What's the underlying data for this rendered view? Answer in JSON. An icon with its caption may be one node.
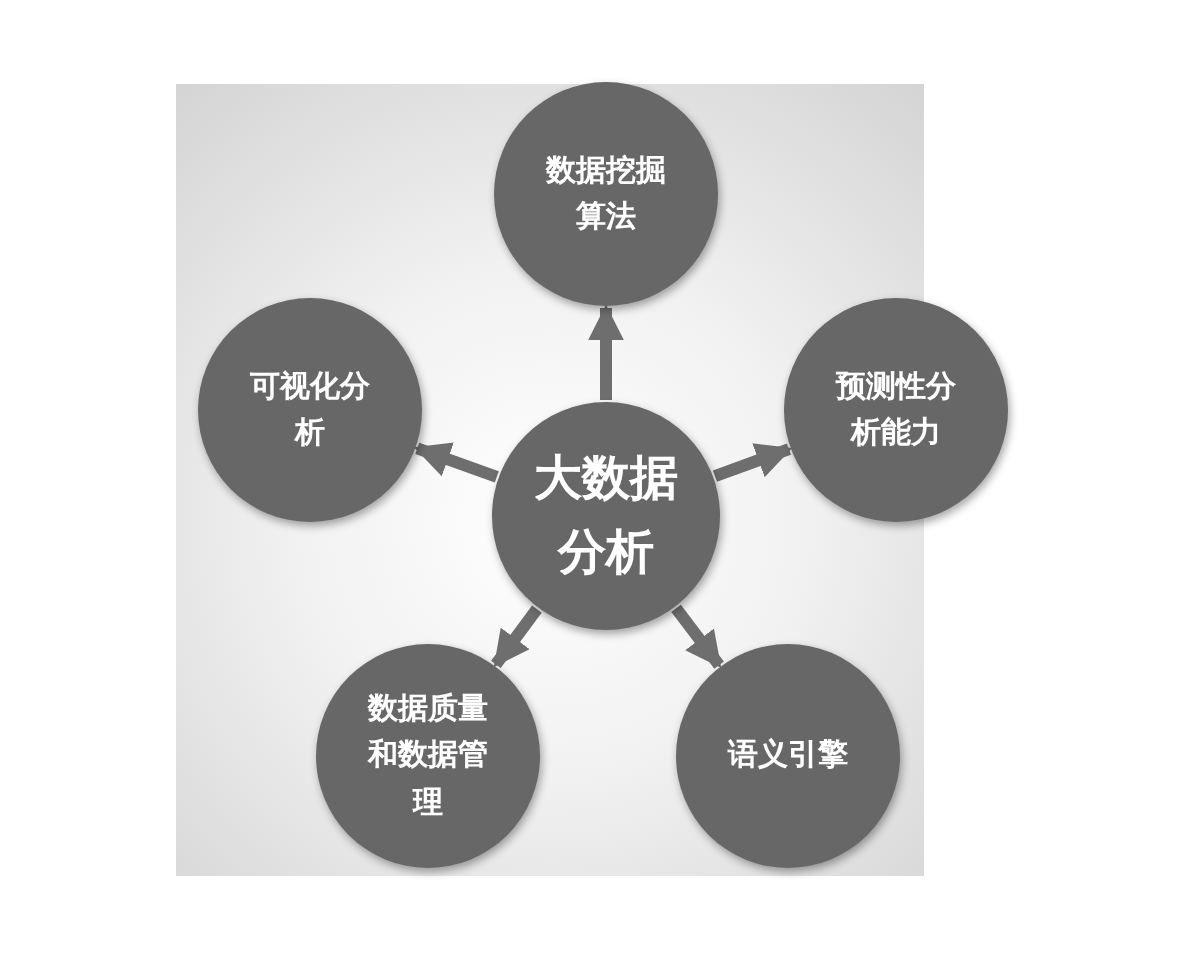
{
  "diagram": {
    "nodes": [
      {
        "text": [
          "大数据分析"
        ]
      },
      {
        "text": [
          "数据挖掘算法"
        ]
      },
      {
        "text": [
          "预测性分析能力"
        ]
      },
      {
        "text": [
          "语义引擎"
        ]
      },
      {
        "text": [
          "数据质量和数据管理"
        ]
      },
      {
        "text": [
          "可视化分析"
        ]
      }
    ],
    "edges": [
      {
        "from": 0,
        "to": 1,
        "arrow": "to"
      },
      {
        "from": 0,
        "to": 2,
        "arrow": "to"
      },
      {
        "from": 0,
        "to": 3,
        "arrow": "to"
      },
      {
        "from": 0,
        "to": 4,
        "arrow": "to"
      },
      {
        "from": 0,
        "to": 5,
        "arrow": "to"
      }
    ]
  }
}
